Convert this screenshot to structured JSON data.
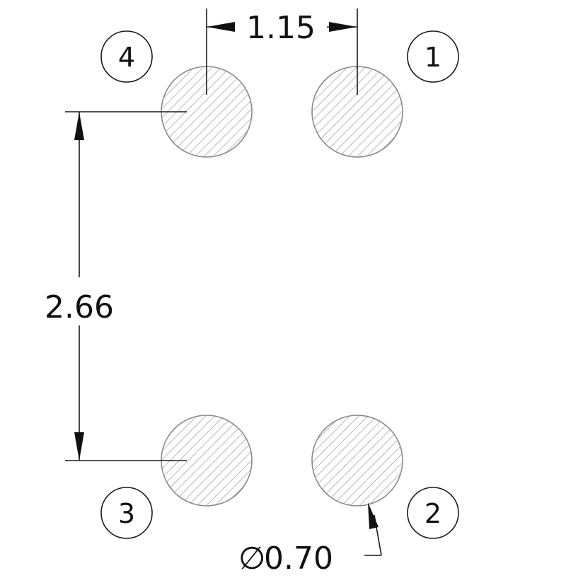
{
  "drawing": {
    "dimensions": {
      "pitch_horizontal": "1.15",
      "pitch_vertical": "2.66",
      "pad_diameter_symbol": "∅",
      "pad_diameter": "0.70"
    },
    "pins": [
      {
        "number": "1",
        "position": "top-right"
      },
      {
        "number": "2",
        "position": "bottom-right"
      },
      {
        "number": "3",
        "position": "bottom-left"
      },
      {
        "number": "4",
        "position": "top-left"
      }
    ],
    "colors": {
      "hatch": "#9a9a9a",
      "line": "#1a1a1a"
    }
  }
}
